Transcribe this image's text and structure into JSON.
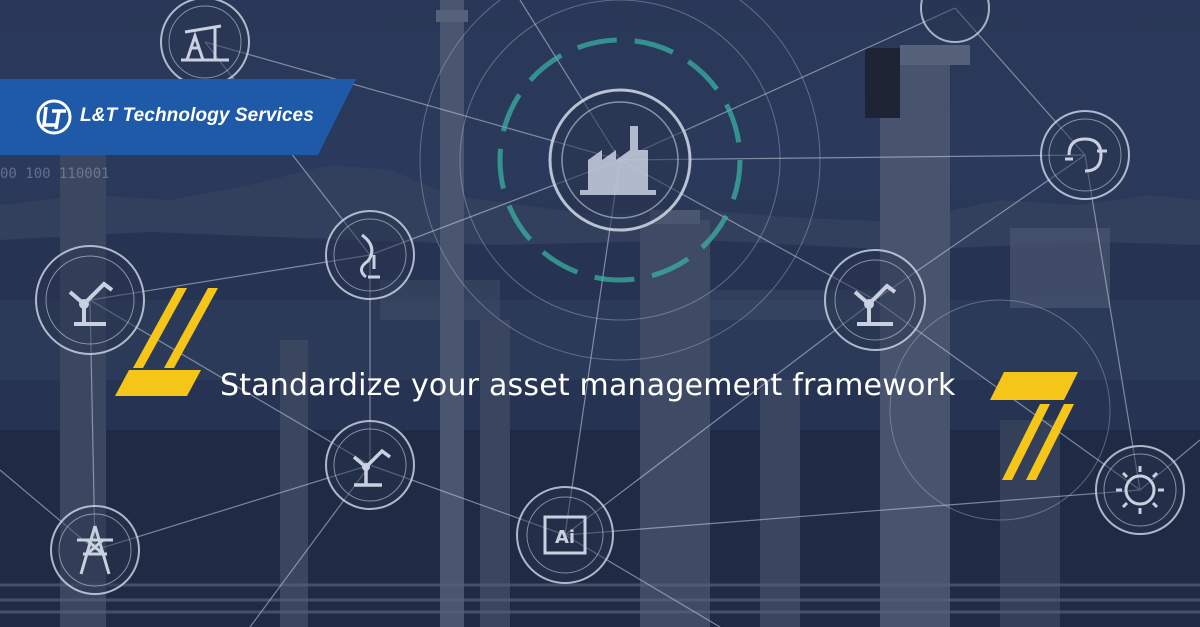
{
  "brand": {
    "name": "L&T Technology Services",
    "logo_icon": "lt-logo-icon",
    "band_color": "#1e5aa8"
  },
  "headline": {
    "text": "Standardize your asset management framework"
  },
  "decor": {
    "binary_text": "00    100 110001",
    "accent_color": "#f5c518",
    "icons": [
      "oil-pump-icon",
      "factory-icon",
      "energy-plug-icon",
      "robot-arm-icon",
      "robot-arm-icon",
      "power-tower-icon",
      "ai-chip-icon",
      "gear-sun-icon",
      "plug-cycle-icon",
      "robot-arm-icon"
    ]
  }
}
